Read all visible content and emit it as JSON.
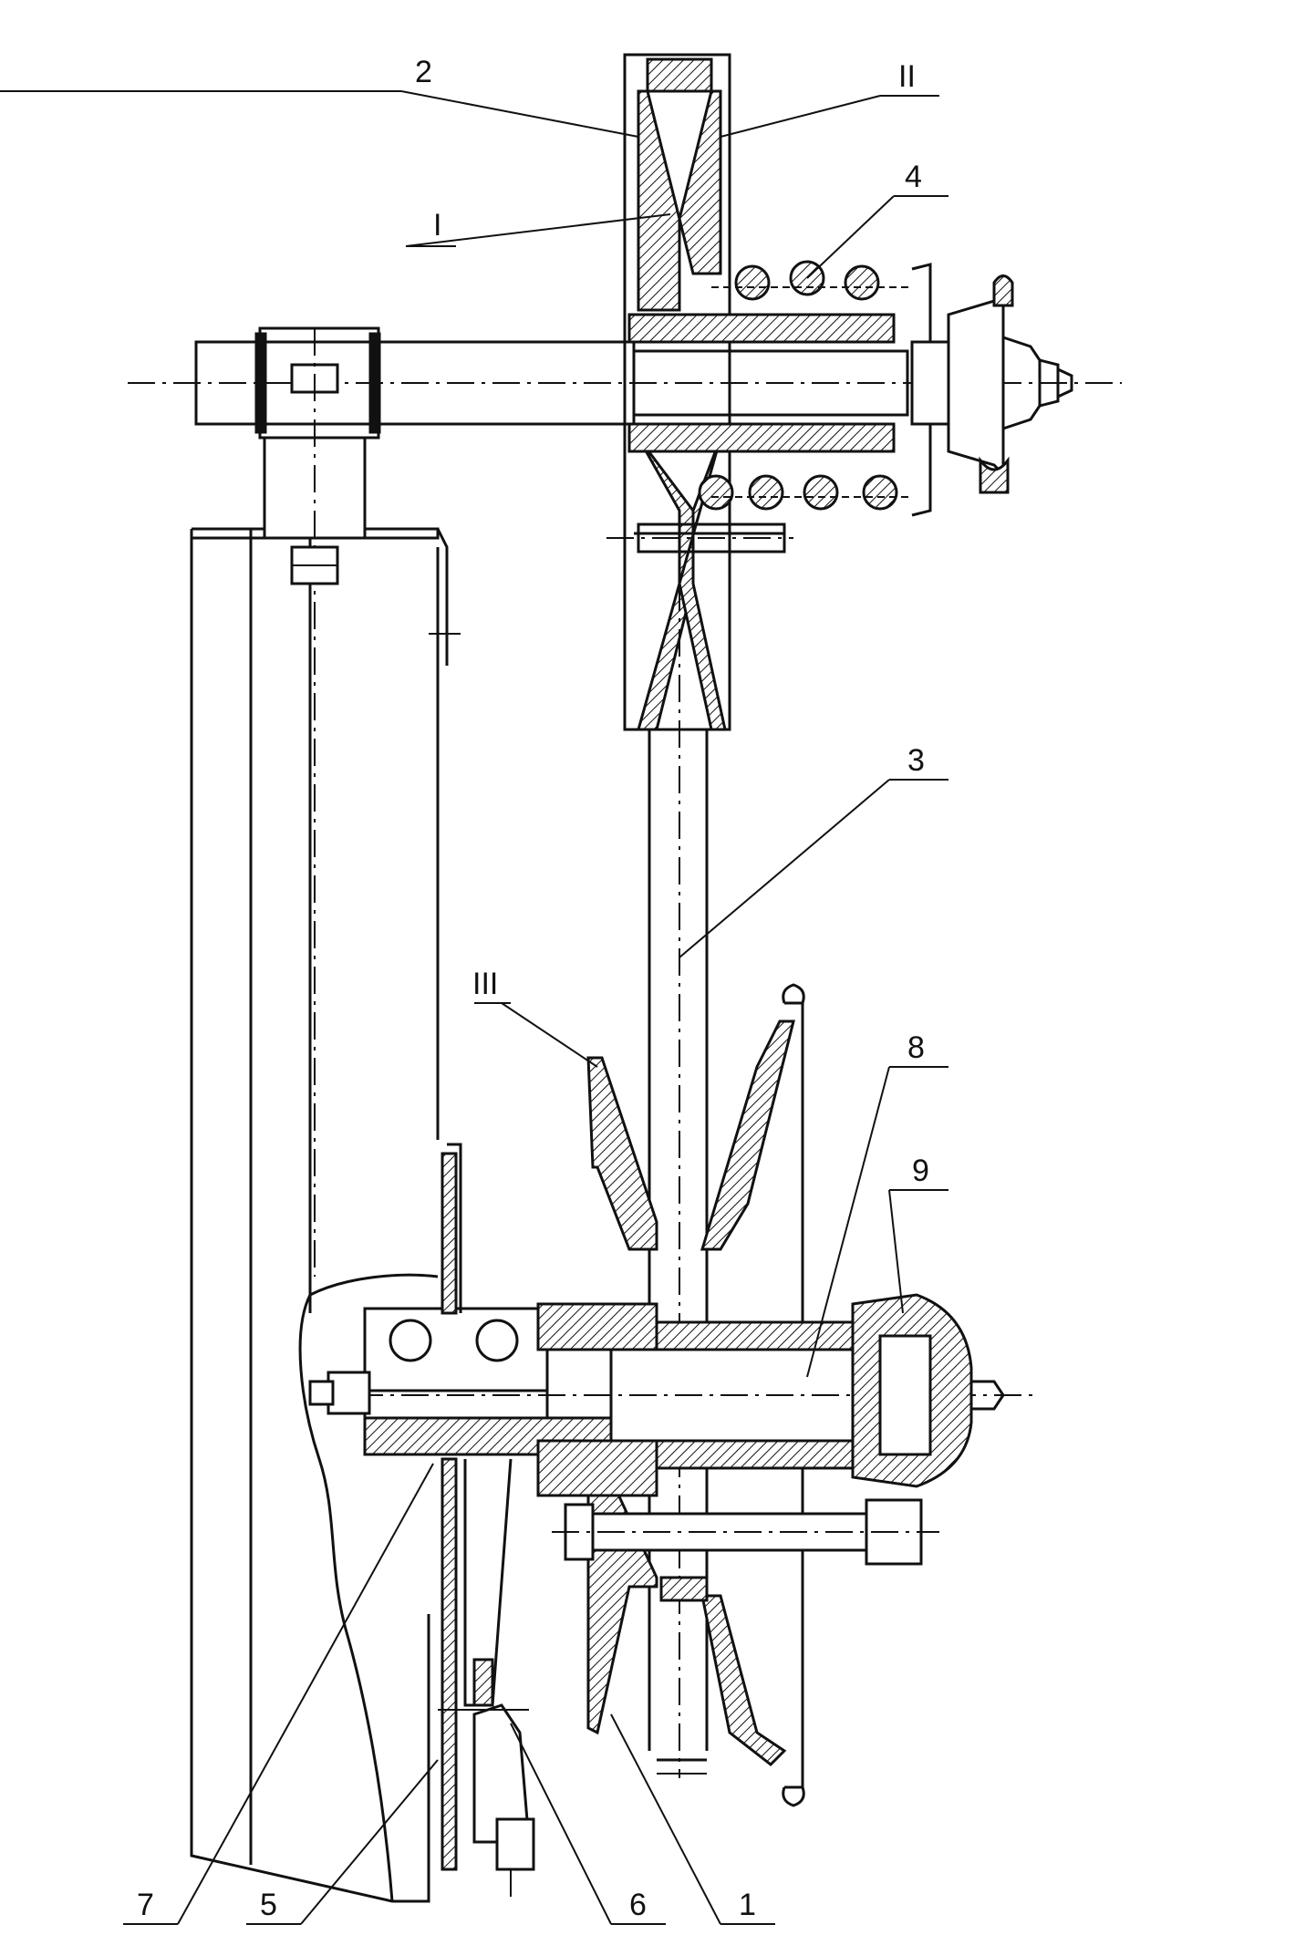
{
  "drawing": {
    "title": "",
    "labels": [
      {
        "id": "2",
        "text": "2"
      },
      {
        "id": "II",
        "text": "II"
      },
      {
        "id": "4",
        "text": "4"
      },
      {
        "id": "I",
        "text": "I"
      },
      {
        "id": "3",
        "text": "3"
      },
      {
        "id": "III",
        "text": "III"
      },
      {
        "id": "8",
        "text": "8"
      },
      {
        "id": "9",
        "text": "9"
      },
      {
        "id": "7",
        "text": "7"
      },
      {
        "id": "5",
        "text": "5"
      },
      {
        "id": "6",
        "text": "6"
      },
      {
        "id": "1",
        "text": "1"
      }
    ]
  }
}
